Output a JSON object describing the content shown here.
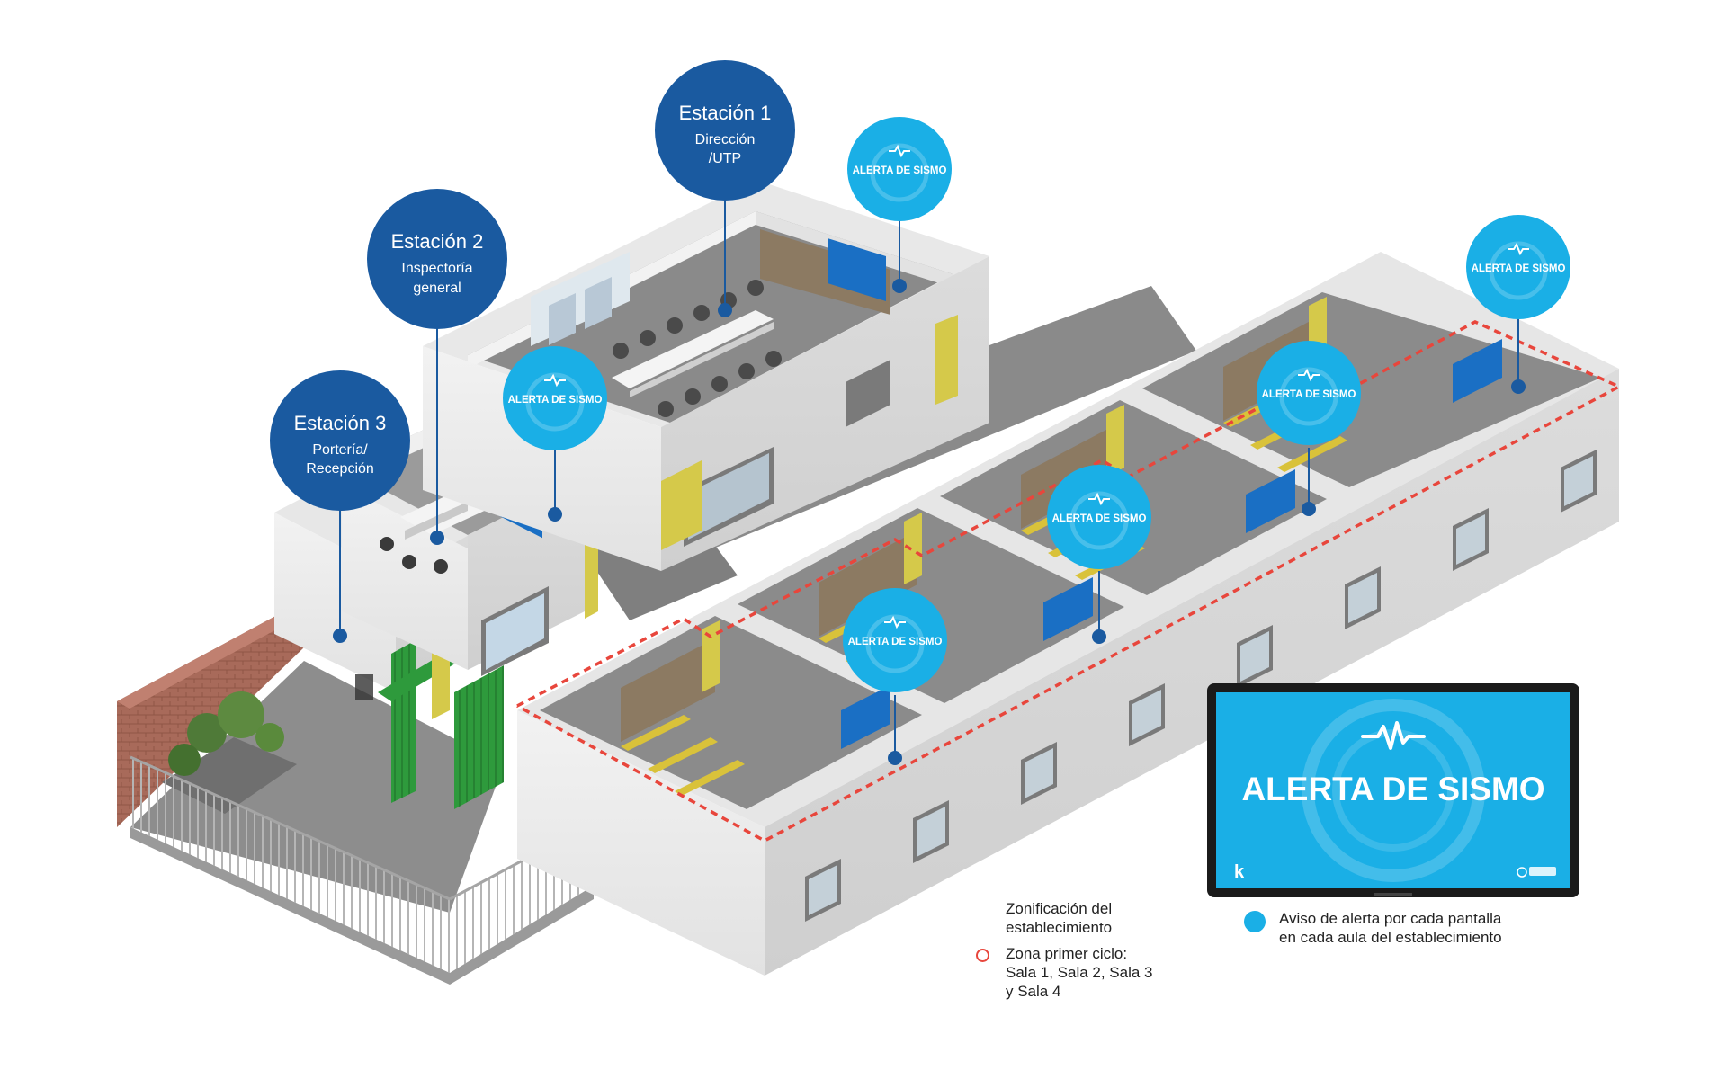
{
  "stations": [
    {
      "title": "Estación 1",
      "lines": [
        "Dirección",
        "/UTP"
      ],
      "color": "#1a5aa0"
    },
    {
      "title": "Estación 2",
      "lines": [
        "Inspectoría",
        "general"
      ],
      "color": "#1a5aa0"
    },
    {
      "title": "Estación 3",
      "lines": [
        "Portería/",
        "Recepción"
      ],
      "color": "#1a5aa0"
    }
  ],
  "alert_badges": {
    "label": "ALERTA DE SISMO",
    "count": 6,
    "color": "#1aafe6"
  },
  "monitor": {
    "label": "ALERTA DE SISMO",
    "color": "#1aafe6"
  },
  "legend": {
    "zoning_title": "Zonificación del\nestablecimiento",
    "zone_label": "Zona primer ciclo:\nSala 1, Sala 2, Sala 3\ny Sala 4",
    "zone_color": "#e8463c",
    "alert_label": "Aviso de alerta por cada pantalla\nen cada aula del establecimiento",
    "alert_color": "#1aafe6"
  }
}
